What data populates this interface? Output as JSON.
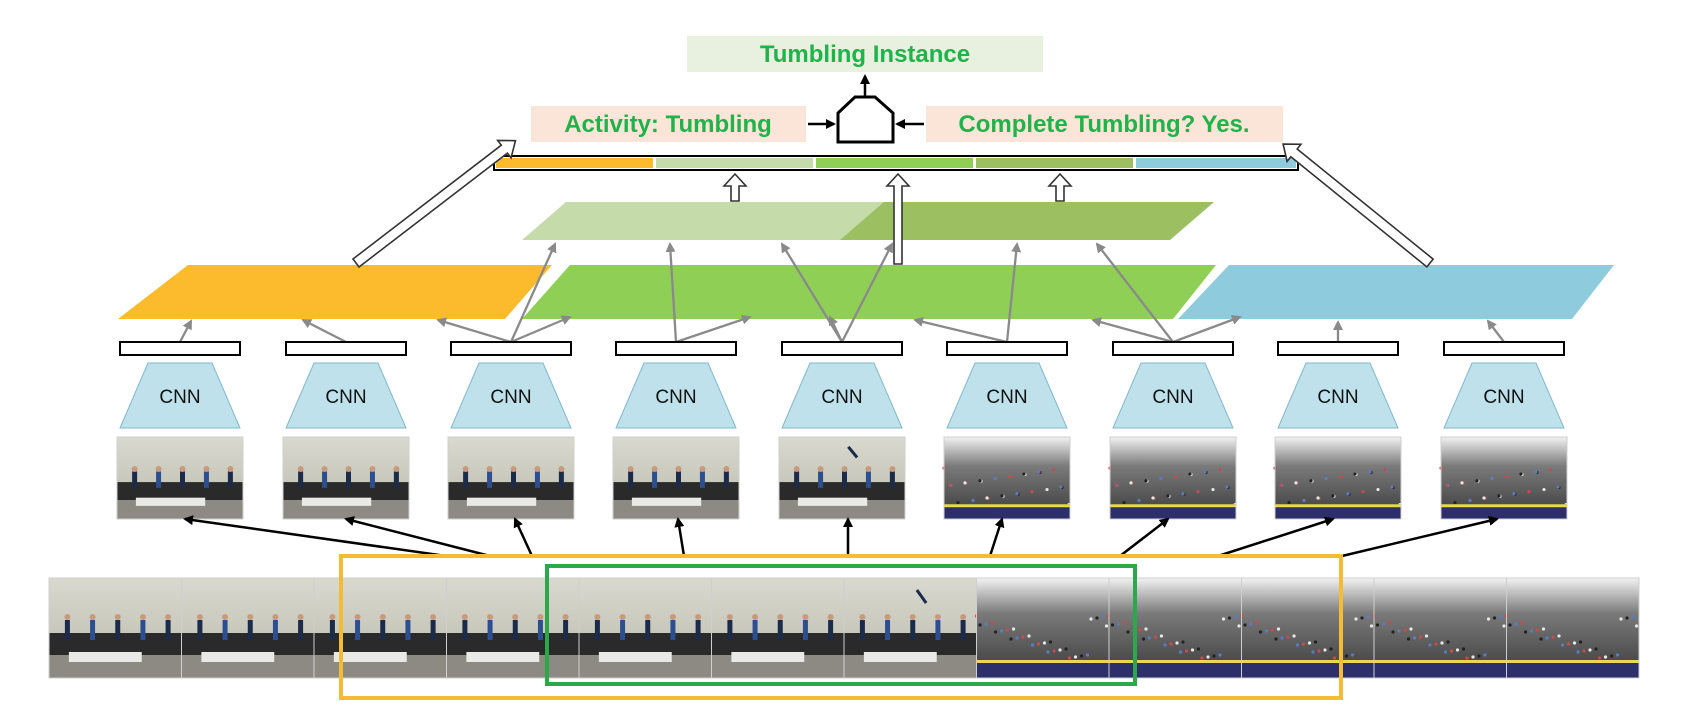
{
  "labels": {
    "instance": "Tumbling Instance",
    "activity": "Activity: Tumbling",
    "complete": "Complete Tumbling? Yes."
  },
  "cnn_label": "CNN",
  "colors": {
    "label_text": "#1fb34a",
    "instance_bg": "#e8f0e0",
    "label_bg": "#fbe5d8",
    "orange": "#fbbb2c",
    "light_green": "#c5dba9",
    "green": "#8fcf55",
    "olive": "#9cbf62",
    "blue": "#8ecbdc",
    "cnn_fill": "#bfe1ec",
    "yellow_frame": "#f5bb32",
    "green_frame": "#2aa84a",
    "arrow_gray": "#8a8a8a"
  }
}
